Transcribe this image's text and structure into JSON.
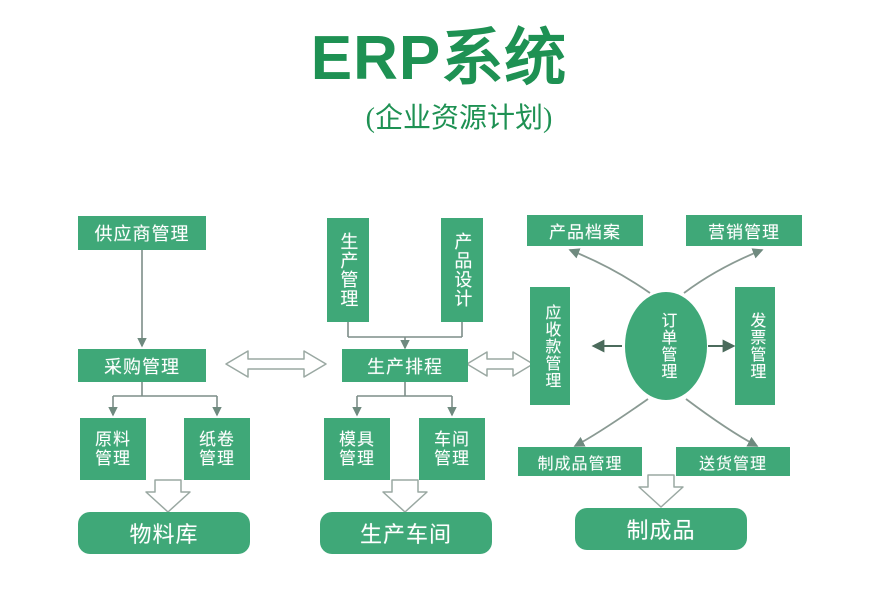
{
  "header": {
    "title": "ERP系统",
    "subtitle": "(企业资源计划)",
    "title_color": "#1e9153"
  },
  "theme": {
    "node_fill": "#3fa878",
    "node_text": "#ffffff",
    "connector_stroke": "#7d8e88",
    "block_arrow_fill": "#ffffff",
    "block_arrow_stroke": "#9aa8a2",
    "background": "#ffffff"
  },
  "diagram": {
    "type": "flowchart",
    "columns": [
      {
        "name": "procurement",
        "nodes": [
          "supplier_mgmt",
          "purchase_mgmt",
          "raw_material_mgmt",
          "paper_roll_mgmt",
          "material_warehouse"
        ]
      },
      {
        "name": "production",
        "nodes": [
          "production_mgmt",
          "product_design",
          "production_scheduling",
          "mold_mgmt",
          "workshop_mgmt",
          "production_workshop"
        ]
      },
      {
        "name": "sales",
        "nodes": [
          "product_archive",
          "marketing_mgmt",
          "receivables_mgmt",
          "order_mgmt",
          "invoice_mgmt",
          "finished_goods_mgmt",
          "delivery_mgmt",
          "finished_goods"
        ]
      }
    ],
    "nodes": {
      "supplier_mgmt": {
        "label": "供应商管理",
        "shape": "rect"
      },
      "purchase_mgmt": {
        "label": "采购管理",
        "shape": "rect"
      },
      "raw_material_mgmt": {
        "label_line1": "原料",
        "label_line2": "管理",
        "shape": "rect"
      },
      "paper_roll_mgmt": {
        "label_line1": "纸卷",
        "label_line2": "管理",
        "shape": "rect"
      },
      "material_warehouse": {
        "label": "物料库",
        "shape": "rounded"
      },
      "production_mgmt": {
        "label": "生产管理",
        "shape": "rect-vertical"
      },
      "product_design": {
        "label": "产品设计",
        "shape": "rect-vertical"
      },
      "production_scheduling": {
        "label": "生产排程",
        "shape": "rect"
      },
      "mold_mgmt": {
        "label_line1": "模具",
        "label_line2": "管理",
        "shape": "rect"
      },
      "workshop_mgmt": {
        "label_line1": "车间",
        "label_line2": "管理",
        "shape": "rect"
      },
      "production_workshop": {
        "label": "生产车间",
        "shape": "rounded"
      },
      "product_archive": {
        "label": "产品档案",
        "shape": "rect"
      },
      "marketing_mgmt": {
        "label": "营销管理",
        "shape": "rect"
      },
      "receivables_mgmt": {
        "label": "应收款管理",
        "shape": "rect-vertical"
      },
      "order_mgmt": {
        "label": "订单管理",
        "shape": "ellipse-vertical"
      },
      "invoice_mgmt": {
        "label": "发票管理",
        "shape": "rect-vertical"
      },
      "finished_goods_mgmt": {
        "label": "制成品管理",
        "shape": "rect"
      },
      "delivery_mgmt": {
        "label": "送货管理",
        "shape": "rect"
      },
      "finished_goods": {
        "label": "制成品",
        "shape": "rounded"
      }
    },
    "connections": [
      {
        "from": "supplier_mgmt",
        "to": "purchase_mgmt",
        "style": "line-arrow"
      },
      {
        "from": "purchase_mgmt",
        "to": "raw_material_mgmt",
        "style": "line-arrow"
      },
      {
        "from": "purchase_mgmt",
        "to": "paper_roll_mgmt",
        "style": "line-arrow"
      },
      {
        "from": "raw_material_mgmt",
        "to": "material_warehouse",
        "style": "block-arrow"
      },
      {
        "from": "production_mgmt",
        "to": "production_scheduling",
        "style": "line-arrow"
      },
      {
        "from": "product_design",
        "to": "production_scheduling",
        "style": "line-arrow"
      },
      {
        "from": "production_scheduling",
        "to": "mold_mgmt",
        "style": "line-arrow"
      },
      {
        "from": "production_scheduling",
        "to": "workshop_mgmt",
        "style": "line-arrow"
      },
      {
        "from": "mold_mgmt",
        "to": "production_workshop",
        "style": "block-arrow"
      },
      {
        "from": "purchase_mgmt",
        "to": "production_scheduling",
        "style": "block-double-arrow"
      },
      {
        "from": "production_scheduling",
        "to": "receivables_mgmt",
        "style": "block-double-arrow"
      },
      {
        "from": "order_mgmt",
        "to": "receivables_mgmt",
        "style": "line-double-arrow"
      },
      {
        "from": "order_mgmt",
        "to": "invoice_mgmt",
        "style": "line-arrow"
      },
      {
        "from": "order_mgmt",
        "to": "product_archive",
        "style": "curved-arrow"
      },
      {
        "from": "order_mgmt",
        "to": "marketing_mgmt",
        "style": "curved-arrow"
      },
      {
        "from": "order_mgmt",
        "to": "finished_goods_mgmt",
        "style": "curved-arrow"
      },
      {
        "from": "order_mgmt",
        "to": "delivery_mgmt",
        "style": "curved-arrow"
      },
      {
        "from": "finished_goods_mgmt",
        "to": "finished_goods",
        "style": "block-arrow"
      }
    ]
  }
}
